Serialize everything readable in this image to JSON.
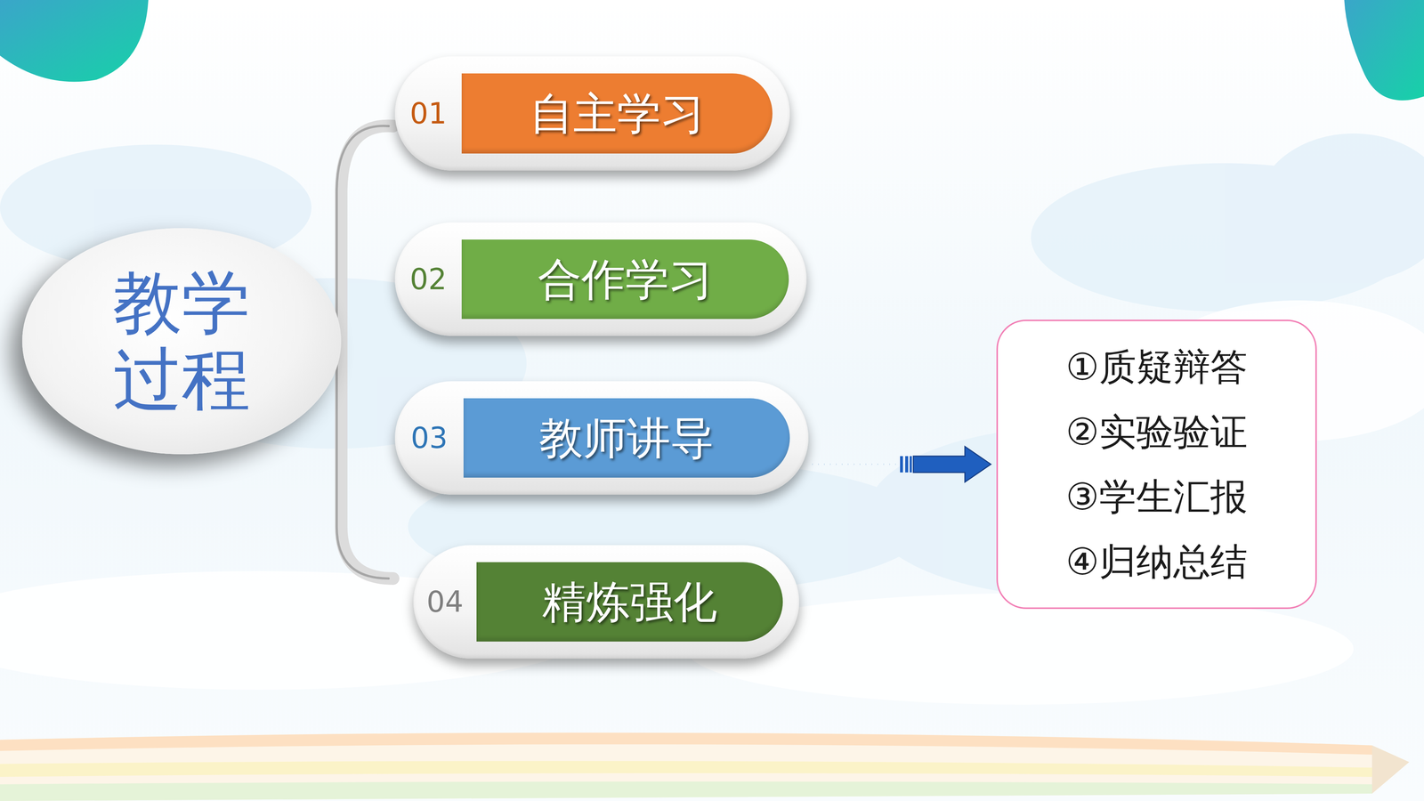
{
  "diagram": {
    "nodes": [
      {
        "text": [
          "教学 过程"
        ]
      },
      {
        "text": [
          "01",
          "自主学习"
        ]
      },
      {
        "text": [
          "02",
          "合作学习"
        ]
      },
      {
        "text": [
          "03",
          "教师讲导"
        ]
      },
      {
        "text": [
          "04",
          "精炼强化"
        ]
      },
      {
        "text": [
          "①质疑辩答",
          "②实验验证",
          "③学生汇报",
          "④归纳总结"
        ]
      }
    ],
    "edges": [
      {
        "from": 3,
        "to": 5,
        "arrow": "to"
      }
    ]
  }
}
